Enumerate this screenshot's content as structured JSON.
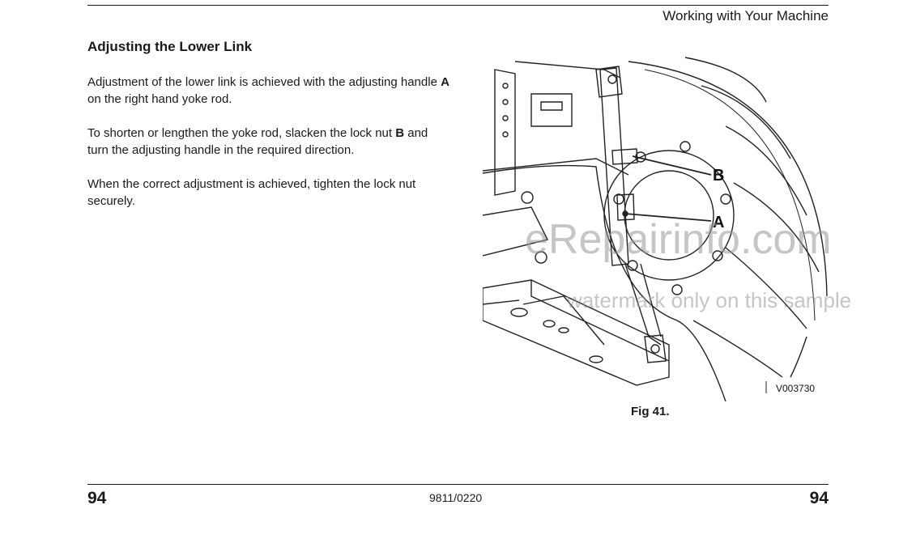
{
  "header": {
    "title": "Working with Your Machine"
  },
  "section": {
    "heading": "Adjusting the Lower Link"
  },
  "paragraphs": {
    "p1_a": "Adjustment of the lower link is achieved with the adjusting handle ",
    "p1_bold": "A",
    "p1_b": " on the right hand yoke rod.",
    "p2_a": "To shorten or lengthen the yoke rod, slacken the lock nut ",
    "p2_bold": "B",
    "p2_b": " and turn the adjusting handle in the required direction.",
    "p3": "When the correct adjustment is achieved, tighten the lock nut securely."
  },
  "figure": {
    "label_a": "A",
    "label_b": "B",
    "ref_code": "V003730",
    "caption": "Fig 41."
  },
  "watermark": {
    "line1": "eRepairinfo.com",
    "line2": "watermark only on this sample"
  },
  "footer": {
    "page_left": "94",
    "doc_code": "9811/0220",
    "page_right": "94"
  }
}
